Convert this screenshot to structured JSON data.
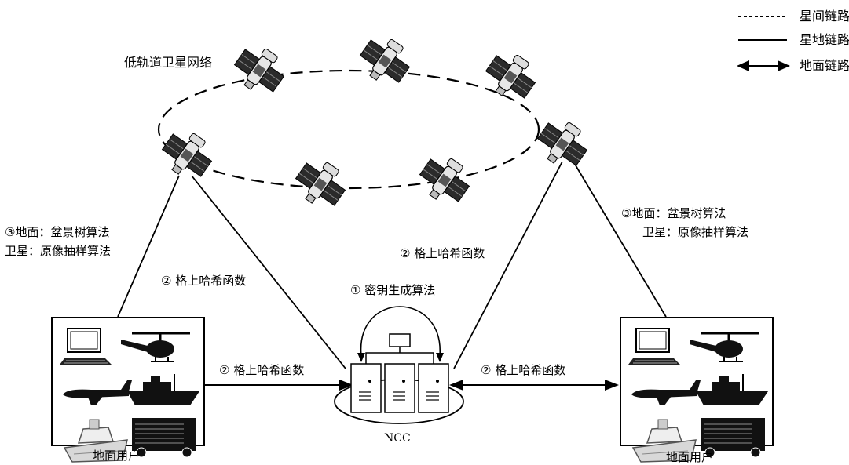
{
  "legend": {
    "inter_satellite_link": "星间链路",
    "satellite_ground_link": "星地链路",
    "ground_link": "地面链路"
  },
  "labels": {
    "leo_network": "低轨道卫星网络",
    "key_generation": "① 密钥生成算法",
    "lattice_hash": "② 格上哈希函数",
    "ground_bonsai": "③地面：盆景树算法",
    "satellite_preimage": "卫星：原像抽样算法",
    "ncc": "NCC",
    "ground_user": "地面用户"
  }
}
